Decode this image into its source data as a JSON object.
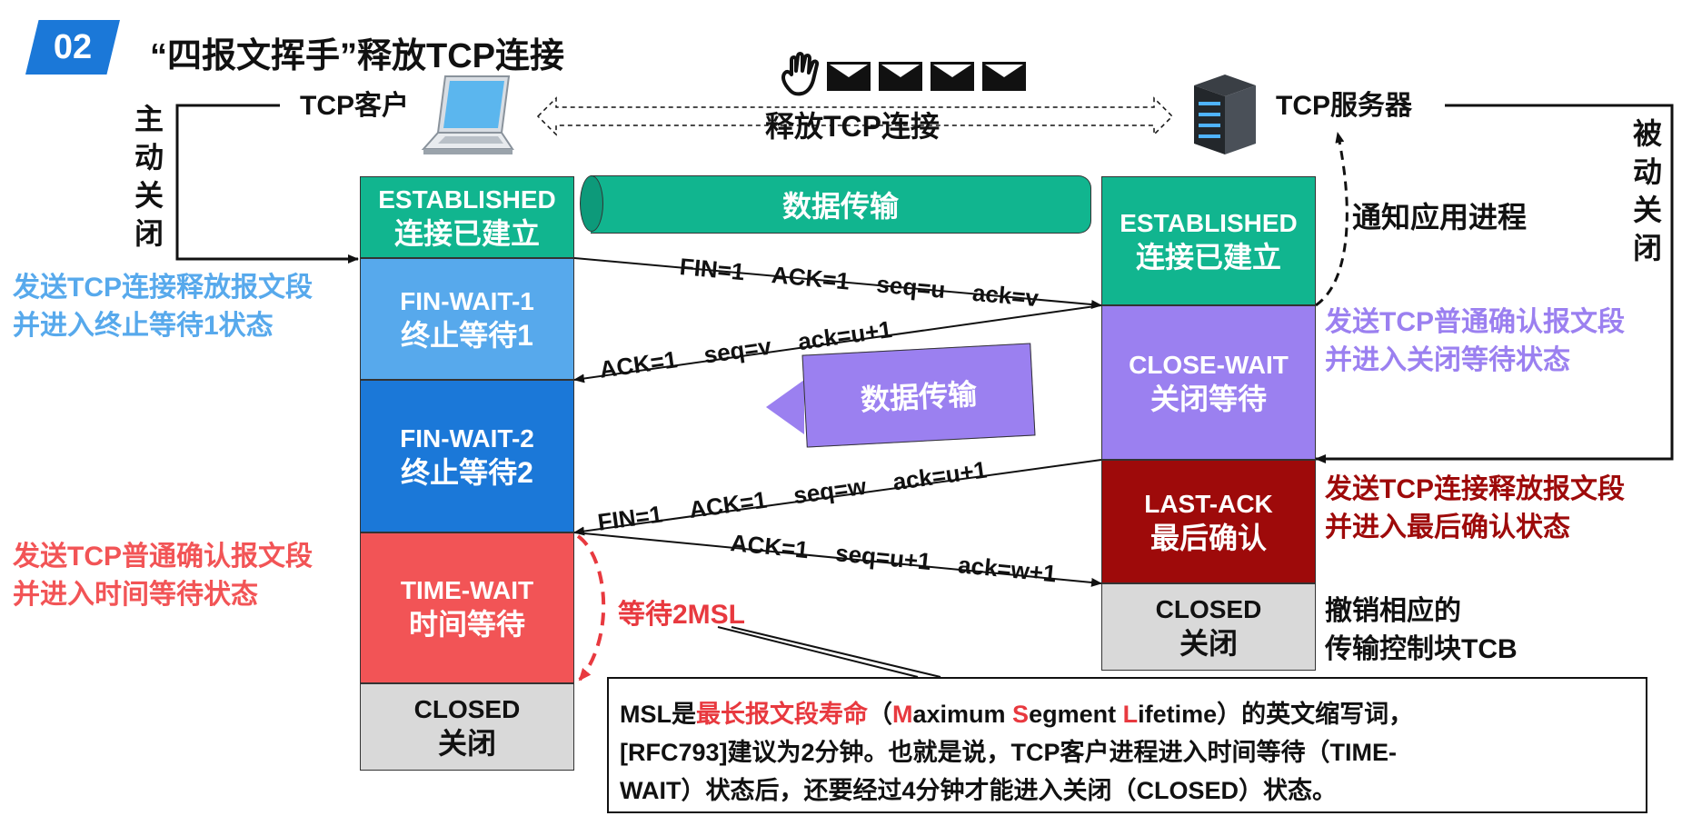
{
  "header": {
    "badge": "02",
    "title": "“四报文挥手”释放TCP连接"
  },
  "client": {
    "name": "TCP客户",
    "close_mode": [
      "主",
      "动",
      "关",
      "闭"
    ],
    "states": [
      {
        "en": "ESTABLISHED",
        "zh": "连接已建立",
        "color": "#11b58f"
      },
      {
        "en": "FIN-WAIT-1",
        "zh": "终止等待1",
        "color": "#57a9ec"
      },
      {
        "en": "FIN-WAIT-2",
        "zh": "终止等待2",
        "color": "#1b78d8"
      },
      {
        "en": "TIME-WAIT",
        "zh": "时间等待",
        "color": "#f25456"
      },
      {
        "en": "CLOSED",
        "zh": "关闭",
        "color": "#d9d9d9"
      }
    ],
    "notes": [
      {
        "lines": [
          "发送TCP连接释放报文段",
          "并进入终止等待1状态"
        ],
        "color": "#57a9ec"
      },
      {
        "lines": [
          "发送TCP普通确认报文段",
          "并进入时间等待状态"
        ],
        "color": "#f25456"
      }
    ]
  },
  "server": {
    "name": "TCP服务器",
    "close_mode": [
      "被",
      "动",
      "关",
      "闭"
    ],
    "states": [
      {
        "en": "ESTABLISHED",
        "zh": "连接已建立",
        "color": "#11b58f"
      },
      {
        "en": "CLOSE-WAIT",
        "zh": "关闭等待",
        "color": "#9b80f0"
      },
      {
        "en": "LAST-ACK",
        "zh": "最后确认",
        "color": "#9e0a0a"
      },
      {
        "en": "CLOSED",
        "zh": "关闭",
        "color": "#d9d9d9"
      }
    ],
    "notify": "通知应用进程",
    "notes": [
      {
        "lines": [
          "发送TCP普通确认报文段",
          "并进入关闭等待状态"
        ],
        "color": "#9b80f0"
      },
      {
        "lines": [
          "发送TCP连接释放报文段",
          "并进入最后确认状态"
        ],
        "color": "#9e0a0a"
      },
      {
        "lines": [
          "撤销相应的",
          "传输控制块TCB"
        ],
        "color": "#111111"
      }
    ]
  },
  "release_label": "释放TCP连接",
  "data_transfer": "数据传输",
  "data_transfer_2": "数据传输",
  "wait_label": "等待2MSL",
  "messages": [
    {
      "fields": [
        "FIN=1",
        "ACK=1",
        "seq=u",
        "ack=v"
      ]
    },
    {
      "fields": [
        "ACK=1",
        "seq=v",
        "ack=u+1"
      ]
    },
    {
      "fields": [
        "FIN=1",
        "ACK=1",
        "seq=w",
        "ack=u+1"
      ]
    },
    {
      "fields": [
        "ACK=1",
        "seq=u+1",
        "ack=w+1"
      ]
    }
  ],
  "note": {
    "pre": "MSL是",
    "highlight": "最长报文段寿命",
    "paren_open": "（",
    "m1": "M",
    "w1": "aximum ",
    "m2": "S",
    "w2": "egment ",
    "m3": "L",
    "w3": "ifetime",
    "post": "）的英文缩写词，",
    "line2": "[RFC793]建议为2分钟。也就是说，TCP客户进程进入时间等待（TIME-",
    "line3": "WAIT）状态后，还要经过4分钟才能进入关闭（CLOSED）状态。"
  },
  "colors": {
    "accent_blue": "#1b78d8",
    "green": "#11b58f",
    "red": "#f25456",
    "dark_red": "#9e0a0a",
    "purple": "#9b80f0"
  },
  "icons": [
    "hand-icon",
    "envelope-icon",
    "laptop-icon",
    "server-icon"
  ]
}
